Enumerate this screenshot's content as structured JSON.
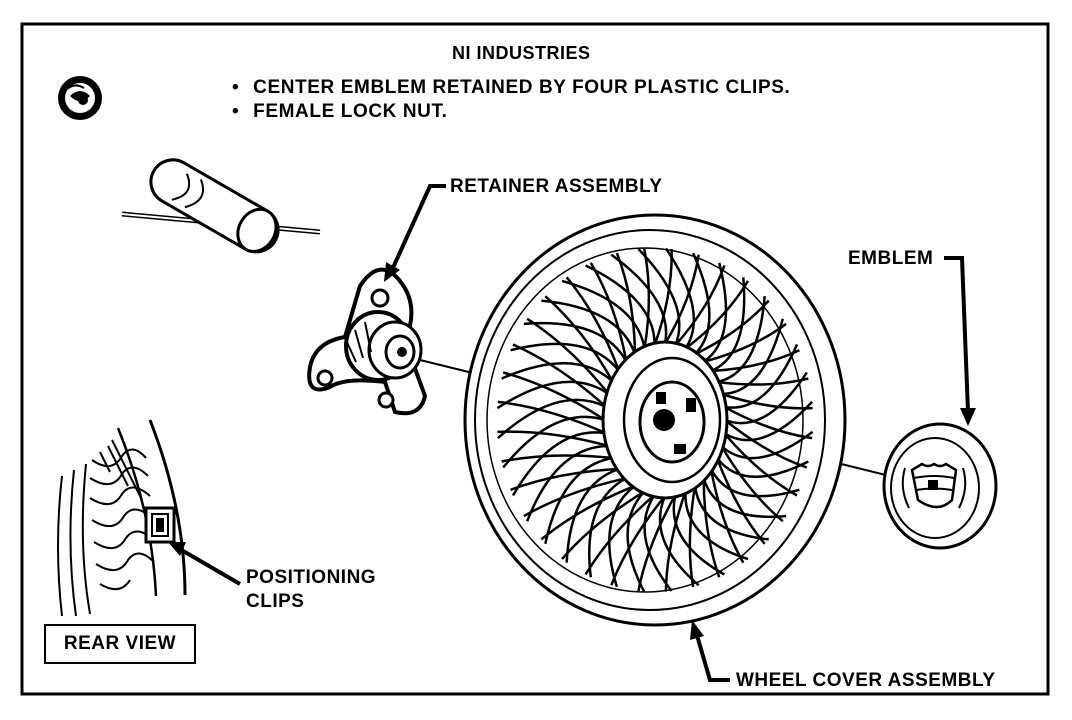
{
  "header": {
    "title": "NI INDUSTRIES"
  },
  "notes": [
    "CENTER EMBLEM RETAINED BY FOUR PLASTIC CLIPS.",
    "FEMALE LOCK NUT."
  ],
  "bullet": "•",
  "labels": {
    "retainer": "RETAINER ASSEMBLY",
    "emblem": "EMBLEM",
    "positioning_line1": "POSITIONING",
    "positioning_line2": "CLIPS",
    "rear_view": "REAR VIEW",
    "wheel_cover": "WHEEL COVER ASSEMBLY"
  },
  "icons": {
    "lock_nut": "lock-nut-icon",
    "key_tool": "key-tool-icon",
    "retainer": "retainer-assembly-drawing",
    "wheel": "wire-wheel-cover-drawing",
    "emblem": "emblem-drawing",
    "rear_detail": "rear-view-detail-drawing"
  }
}
